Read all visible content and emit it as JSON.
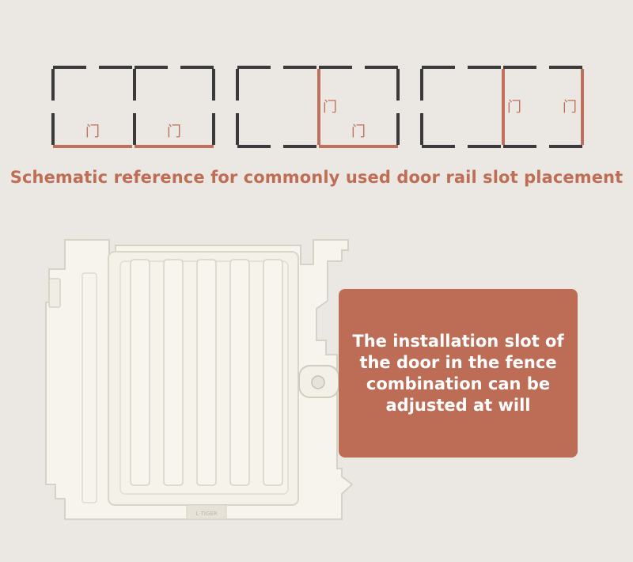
{
  "colors": {
    "background": "#ebe8e3",
    "rail_dark": "#3a3a3a",
    "accent": "#c0705a",
    "caption_text": "#bf6e55",
    "info_box_bg": "#bd6c56",
    "info_box_text": "#ffffff",
    "panel_fill": "#f6f4ec",
    "panel_stroke": "#d9d6cb"
  },
  "diagram": {
    "door_glyph": "门",
    "groups": [
      {
        "panels": [
          {
            "door_slots": [
              "bottom"
            ]
          },
          {
            "door_slots": [
              "bottom"
            ]
          }
        ]
      },
      {
        "panels": [
          {
            "door_slots": []
          },
          {
            "door_slots": [
              "left-top",
              "bottom"
            ]
          }
        ]
      },
      {
        "panels": [
          {
            "door_slots": []
          },
          {
            "door_slots": [
              "left-top",
              "right-top"
            ]
          }
        ]
      }
    ]
  },
  "caption": "Schematic reference for commonly used door rail slot placement",
  "product": {
    "name": "fence-door-panel",
    "label_text": "L·TIGER"
  },
  "info_box": {
    "text": "The installation slot of\nthe door in the fence\ncombination can be\nadjusted at will"
  }
}
